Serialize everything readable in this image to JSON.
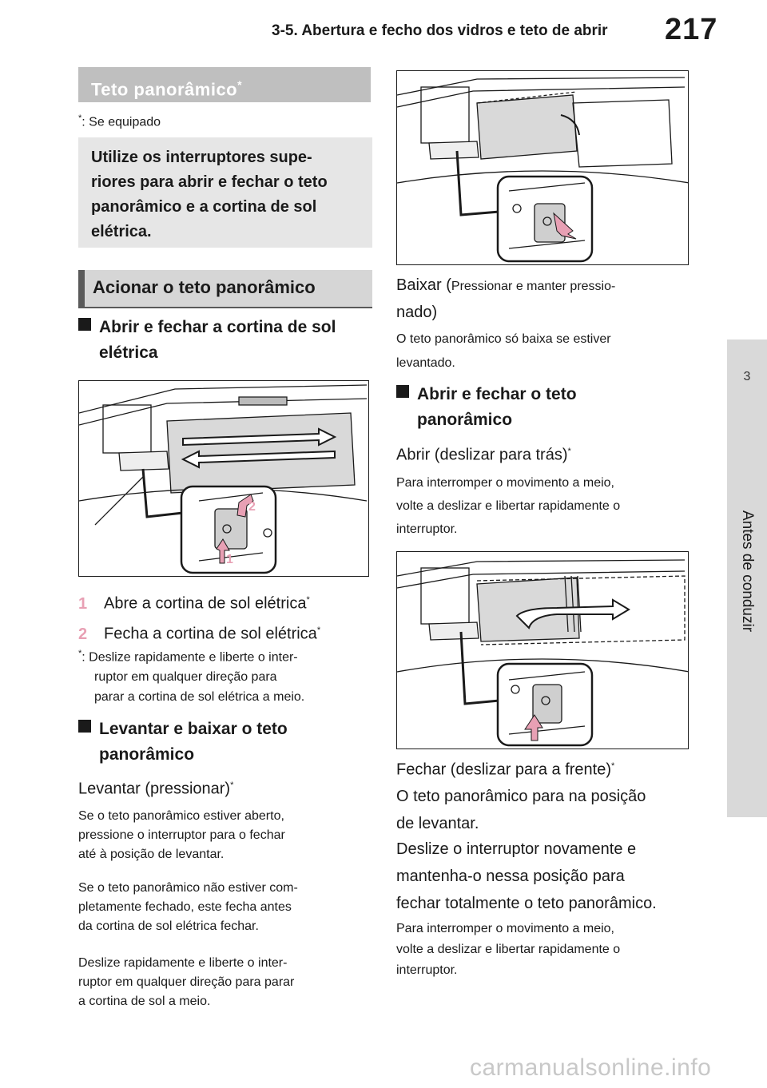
{
  "header": {
    "section_title": "3-5. Abertura e fecho dos vidros e teto de abrir",
    "page_number": "217"
  },
  "side_tab": {
    "chapter": "3",
    "label": "Antes de conduzir"
  },
  "left": {
    "section_title": "Teto panorâmico",
    "section_title_mark": "*",
    "footnote_equipped": {
      "mark": "*",
      "text": ": Se equipado"
    },
    "summary_lines": [
      "Utilize os interruptores supe-",
      "riores para abrir e fechar o teto",
      "panorâmico e a cortina de sol",
      "elétrica."
    ],
    "operate_title": "Acionar o teto panorâmico",
    "sub1_lines": [
      "Abrir e fechar a cortina de sol",
      "elétrica"
    ],
    "fig1_labels": {
      "n1": "1",
      "n2": "2"
    },
    "item1": {
      "num": "1",
      "text": "Abre a cortina de sol elétrica",
      "mark": "*"
    },
    "item2": {
      "num": "2",
      "text": "Fecha a cortina de sol elétrica",
      "mark": "*"
    },
    "note": {
      "mark": "*",
      "lines": [
        ": Deslize rapidamente e liberte o inter-",
        "ruptor em qualquer direção para",
        "parar a cortina de sol elétrica a meio."
      ]
    },
    "sub2_lines": [
      "Levantar e baixar o teto",
      "panorâmico"
    ],
    "raise_label": "Levantar (pressionar)",
    "raise_mark": "*",
    "para1": [
      "Se o teto panorâmico estiver aberto,",
      "pressione o interruptor para o fechar",
      "até à posição de levantar."
    ],
    "para2": [
      "Se o teto panorâmico não estiver com-",
      "pletamente fechado, este fecha antes",
      "da cortina de sol elétrica fechar."
    ],
    "para3": [
      "Deslize rapidamente e liberte o inter-",
      "ruptor em qualquer direção para parar",
      "a cortina de sol a meio."
    ]
  },
  "right": {
    "lower_label": "Baixar (",
    "lower_note": "Pressionar e manter pressio-",
    "lower_note2": "nado)",
    "lower_text": [
      "O teto panorâmico só baixa se estiver",
      "levantado."
    ],
    "sub3_lines": [
      "Abrir e fechar o teto",
      "panorâmico"
    ],
    "open_label": "Abrir (deslizar para trás)",
    "open_mark": "*",
    "open_text": [
      "Para interromper o movimento a meio,",
      "volte a deslizar e libertar rapidamente o",
      "interruptor."
    ],
    "close_label": "Fechar (deslizar para a frente)",
    "close_mark": "*",
    "close_text1": [
      "O teto panorâmico para na posição",
      "de levantar."
    ],
    "close_text2": [
      "Deslize o interruptor novamente e",
      "mantenha-o nessa posição para",
      "fechar totalmente o teto panorâmico."
    ],
    "close_text3": [
      "Para interromper o movimento a meio,",
      "volte a deslizar e libertar rapidamente o",
      "interruptor."
    ]
  },
  "colors": {
    "accent_pink": "#e8a0b4",
    "section_gray": "#bfbfbf",
    "tab_gray": "#d9d9d9"
  },
  "watermark": "carmanualsonline.info"
}
